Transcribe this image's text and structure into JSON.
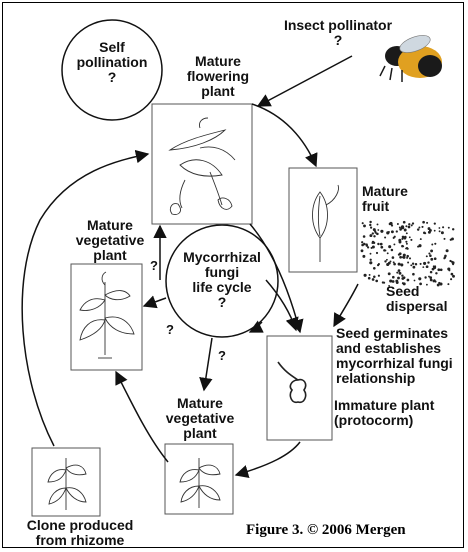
{
  "labels": {
    "self_pollination": "Self\npollination\n?",
    "insect_pollinator": "Insect pollinator\n?",
    "mature_flowering_plant": "Mature\nflowering\nplant",
    "mature_fruit": "Mature\nfruit",
    "seed_dispersal": "Seed\ndispersal",
    "mature_vegetative_plant_left": "Mature\nvegetative\nplant",
    "mycorrhizal_cycle": "Mycorrhizal\nfungi\nlife cycle\n?",
    "seed_germinates": "Seed germinates\nand establishes\nmycorrhizal fungi\nrelationship",
    "immature_plant": "Immature plant\n(protocorm)",
    "mature_vegetative_plant_bottom": "Mature\nvegetative\nplant",
    "clone": "Clone produced\nfrom rhizome"
  },
  "question_marks": [
    "?",
    "?",
    "?"
  ],
  "caption": "Figure 3. © 2006 Mergen",
  "colors": {
    "ink": "#111111",
    "bee_body": "#e0a020",
    "bee_dark": "#1a1a1a"
  }
}
